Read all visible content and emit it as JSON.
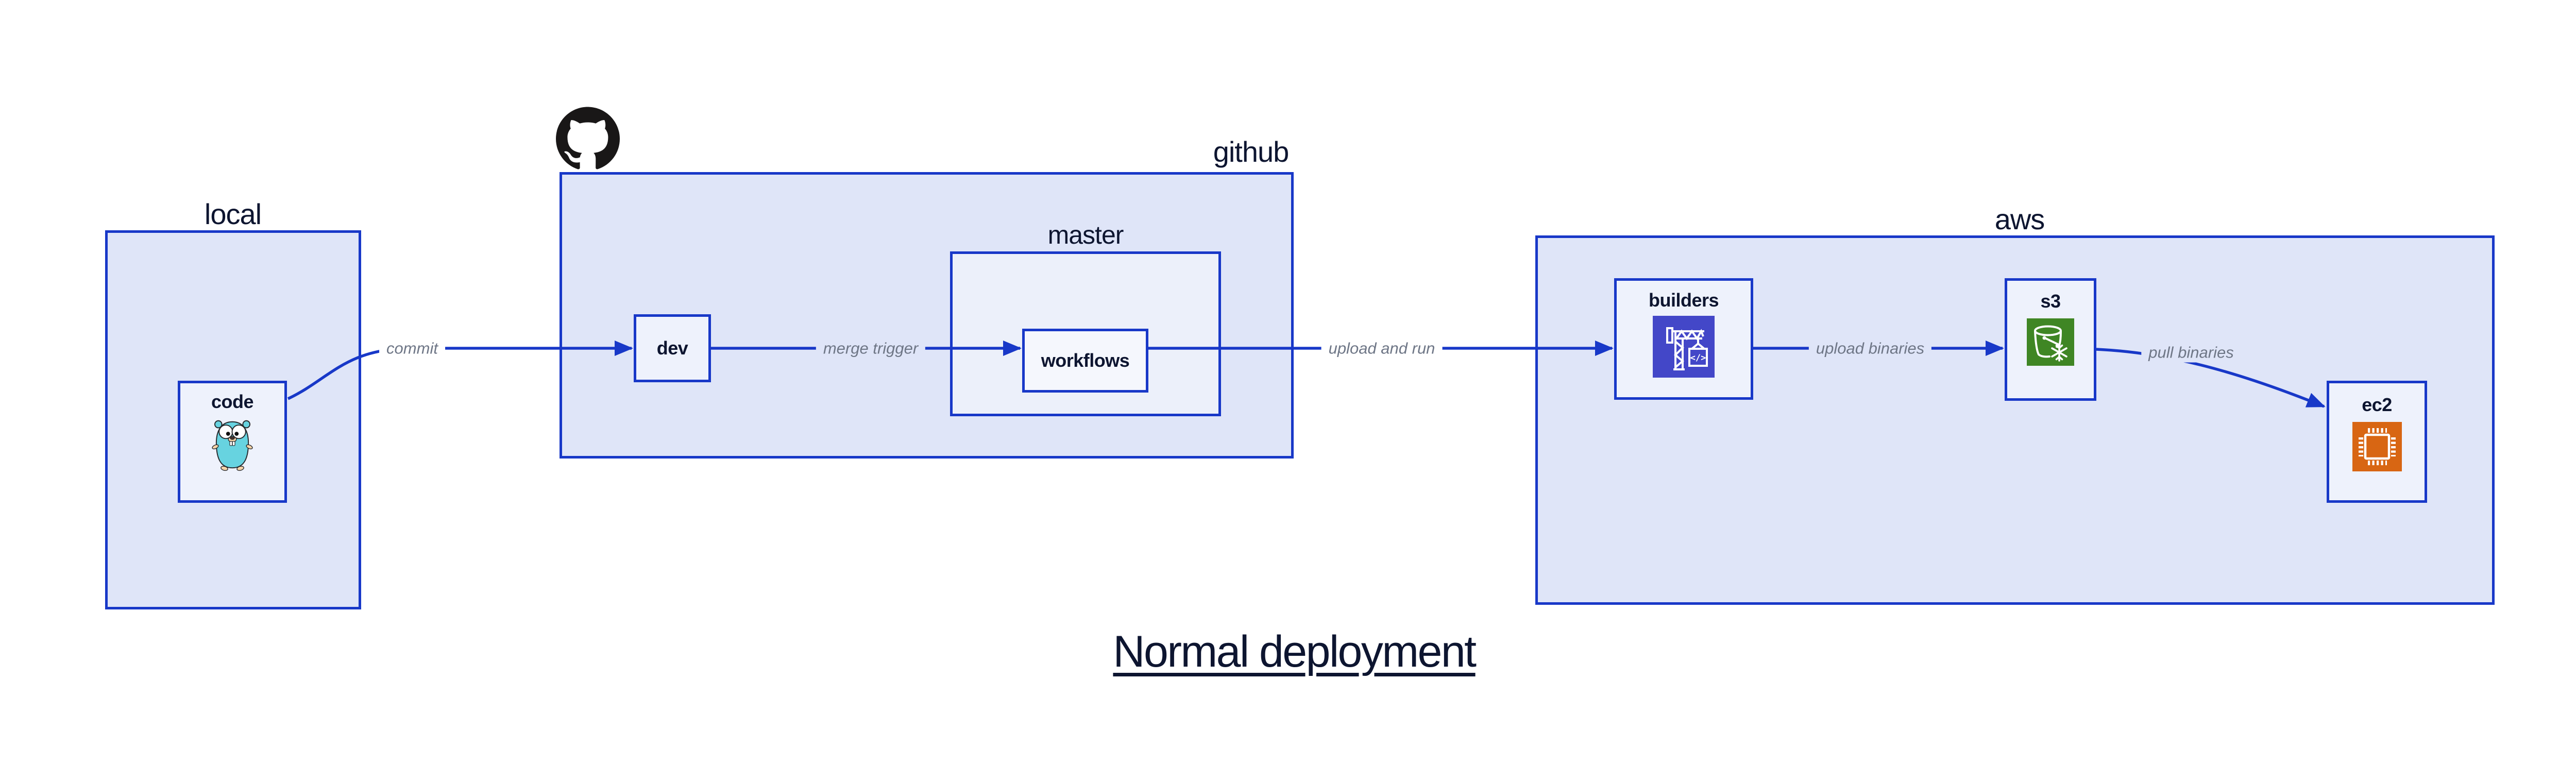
{
  "diagram": {
    "title": "Normal deployment",
    "sections": {
      "local": {
        "label": "local"
      },
      "github": {
        "label": "github"
      },
      "master": {
        "label": "master"
      },
      "aws": {
        "label": "aws"
      }
    },
    "nodes": {
      "code": {
        "label": "code",
        "icon": "go-gopher-icon"
      },
      "dev": {
        "label": "dev"
      },
      "workflows": {
        "label": "workflows"
      },
      "builders": {
        "label": "builders",
        "icon": "codebuild-crane-icon",
        "icon_glyph": "</>",
        "icon_color": "#4347c8"
      },
      "s3": {
        "label": "s3",
        "icon": "s3-glacier-bucket-icon",
        "icon_color": "#3f8624"
      },
      "ec2": {
        "label": "ec2",
        "icon": "ec2-chip-icon",
        "icon_color": "#d86613"
      }
    },
    "edges": [
      {
        "from": "code",
        "to": "dev",
        "label": "commit"
      },
      {
        "from": "dev",
        "to": "workflows",
        "label": "merge trigger"
      },
      {
        "from": "workflows",
        "to": "builders",
        "label": "upload and run"
      },
      {
        "from": "builders",
        "to": "s3",
        "label": "upload binaries"
      },
      {
        "from": "s3",
        "to": "ec2",
        "label": "pull binaries"
      }
    ],
    "logo": "github-octocat-logo",
    "colors": {
      "line_blue": "#1838c8",
      "section_fill": "#dfe5f8",
      "node_fill": "#eef2fc",
      "edge_label_gray": "#6e7686",
      "title_navy": "#0d1530",
      "gopher_teal": "#67d3e0",
      "github_black": "#191717"
    }
  }
}
